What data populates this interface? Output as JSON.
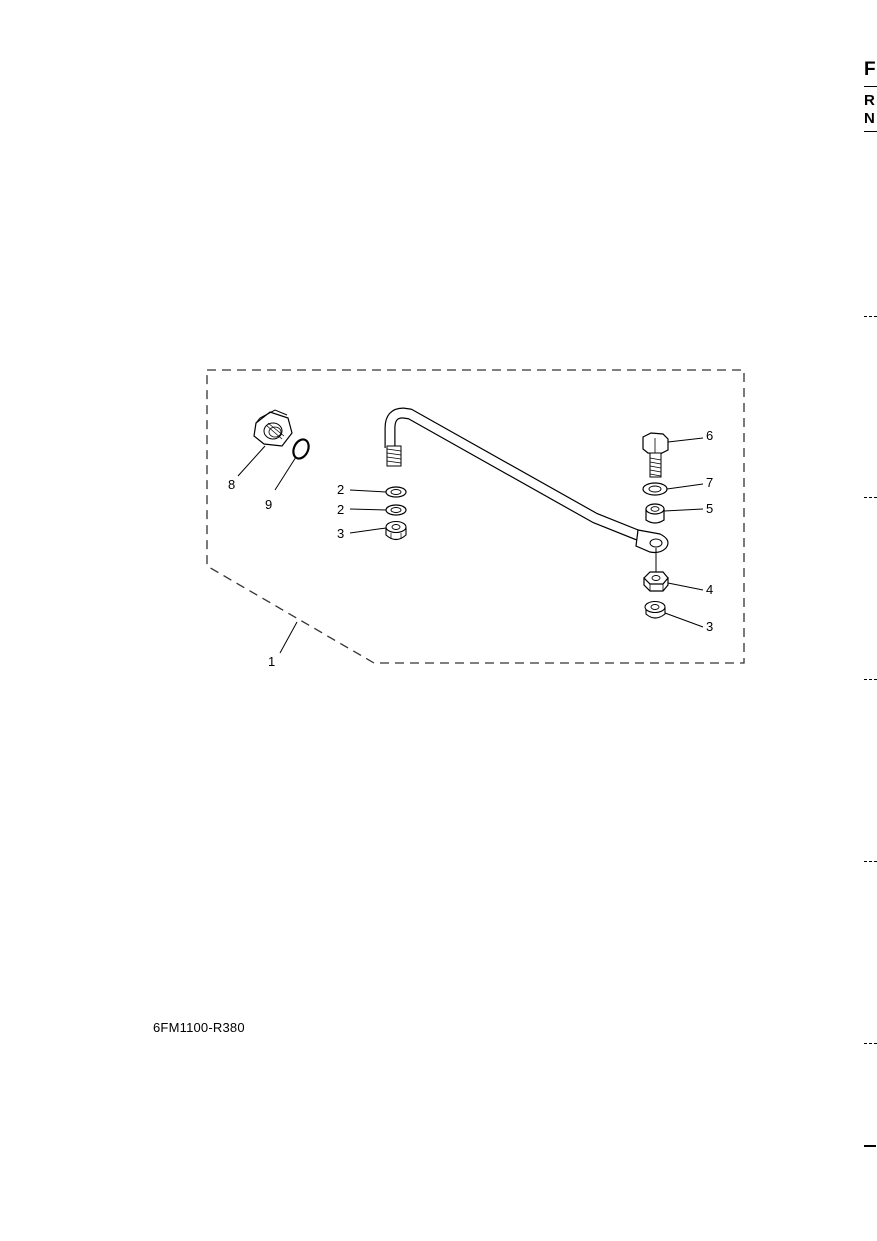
{
  "figure_code": "6FM1100-R380",
  "edge_header": {
    "letter_1": "F",
    "letter_2": "R",
    "letter_3": "N"
  },
  "callouts": {
    "c1": "1",
    "c2a": "2",
    "c2b": "2",
    "c3a": "3",
    "c3b": "3",
    "c4": "4",
    "c5": "5",
    "c6": "6",
    "c7": "7",
    "c8": "8",
    "c9": "9"
  }
}
